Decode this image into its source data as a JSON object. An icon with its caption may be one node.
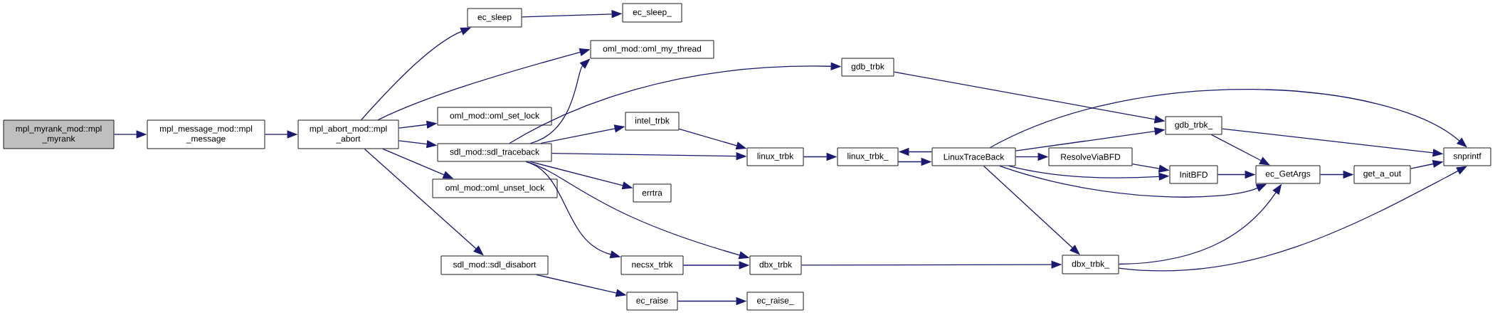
{
  "diagram": {
    "nodes": [
      {
        "text": [
          "mpl_myrank_mod::mpl _myrank"
        ]
      },
      {
        "text": [
          "mpl_message_mod::mpl _message"
        ]
      },
      {
        "text": [
          "mpl_abort_mod::mpl _abort"
        ]
      },
      {
        "text": [
          "ec_sleep"
        ]
      },
      {
        "text": [
          "ec_sleep_"
        ]
      },
      {
        "text": [
          "oml_mod::oml_my_thread"
        ]
      },
      {
        "text": [
          "gdb_trbk"
        ]
      },
      {
        "text": [
          "oml_mod::oml_set_lock"
        ]
      },
      {
        "text": [
          "intel_trbk"
        ]
      },
      {
        "text": [
          "sdl_mod::sdl_traceback"
        ]
      },
      {
        "text": [
          "linux_trbk"
        ]
      },
      {
        "text": [
          "linux_trbk_"
        ]
      },
      {
        "text": [
          "LinuxTraceBack"
        ]
      },
      {
        "text": [
          "gdb_trbk_"
        ]
      },
      {
        "text": [
          "ResolveViaBFD"
        ]
      },
      {
        "text": [
          "InitBFD"
        ]
      },
      {
        "text": [
          "ec_GetArgs"
        ]
      },
      {
        "text": [
          "get_a_out"
        ]
      },
      {
        "text": [
          "snprintf"
        ]
      },
      {
        "text": [
          "errtra"
        ]
      },
      {
        "text": [
          "oml_mod::oml_unset_lock"
        ]
      },
      {
        "text": [
          "sdl_mod::sdl_disabort"
        ]
      },
      {
        "text": [
          "necsx_trbk"
        ]
      },
      {
        "text": [
          "dbx_trbk"
        ]
      },
      {
        "text": [
          "dbx_trbk_"
        ]
      },
      {
        "text": [
          "ec_raise"
        ]
      },
      {
        "text": [
          "ec_raise_"
        ]
      }
    ],
    "edges": [
      {
        "from": 0,
        "to": 1,
        "arrow": "to"
      },
      {
        "from": 1,
        "to": 2,
        "arrow": "to"
      },
      {
        "from": 2,
        "to": 3,
        "arrow": "to"
      },
      {
        "from": 2,
        "to": 5,
        "arrow": "to"
      },
      {
        "from": 2,
        "to": 7,
        "arrow": "to"
      },
      {
        "from": 2,
        "to": 9,
        "arrow": "to"
      },
      {
        "from": 2,
        "to": 20,
        "arrow": "to"
      },
      {
        "from": 2,
        "to": 21,
        "arrow": "to"
      },
      {
        "from": 3,
        "to": 4,
        "arrow": "to"
      },
      {
        "from": 9,
        "to": 5,
        "arrow": "to"
      },
      {
        "from": 9,
        "to": 6,
        "arrow": "to"
      },
      {
        "from": 9,
        "to": 8,
        "arrow": "to"
      },
      {
        "from": 9,
        "to": 10,
        "arrow": "to"
      },
      {
        "from": 9,
        "to": 19,
        "arrow": "to"
      },
      {
        "from": 9,
        "to": 22,
        "arrow": "to"
      },
      {
        "from": 9,
        "to": 23,
        "arrow": "to"
      },
      {
        "from": 8,
        "to": 10,
        "arrow": "to"
      },
      {
        "from": 10,
        "to": 11,
        "arrow": "to"
      },
      {
        "from": 11,
        "to": 12,
        "arrow": "to"
      },
      {
        "from": 12,
        "to": 11,
        "arrow": "to"
      },
      {
        "from": 6,
        "to": 13,
        "arrow": "to"
      },
      {
        "from": 12,
        "to": 18,
        "arrow": "to"
      },
      {
        "from": 12,
        "to": 13,
        "arrow": "to"
      },
      {
        "from": 12,
        "to": 14,
        "arrow": "to"
      },
      {
        "from": 12,
        "to": 15,
        "arrow": "to"
      },
      {
        "from": 12,
        "to": 16,
        "arrow": "to"
      },
      {
        "from": 12,
        "to": 24,
        "arrow": "to"
      },
      {
        "from": 14,
        "to": 15,
        "arrow": "to"
      },
      {
        "from": 13,
        "to": 18,
        "arrow": "to"
      },
      {
        "from": 13,
        "to": 16,
        "arrow": "to"
      },
      {
        "from": 15,
        "to": 16,
        "arrow": "to"
      },
      {
        "from": 16,
        "to": 17,
        "arrow": "to"
      },
      {
        "from": 17,
        "to": 18,
        "arrow": "to"
      },
      {
        "from": 22,
        "to": 23,
        "arrow": "to"
      },
      {
        "from": 23,
        "to": 24,
        "arrow": "to"
      },
      {
        "from": 24,
        "to": 16,
        "arrow": "to"
      },
      {
        "from": 24,
        "to": 18,
        "arrow": "to"
      },
      {
        "from": 21,
        "to": 25,
        "arrow": "to"
      },
      {
        "from": 25,
        "to": 26,
        "arrow": "to"
      }
    ]
  }
}
